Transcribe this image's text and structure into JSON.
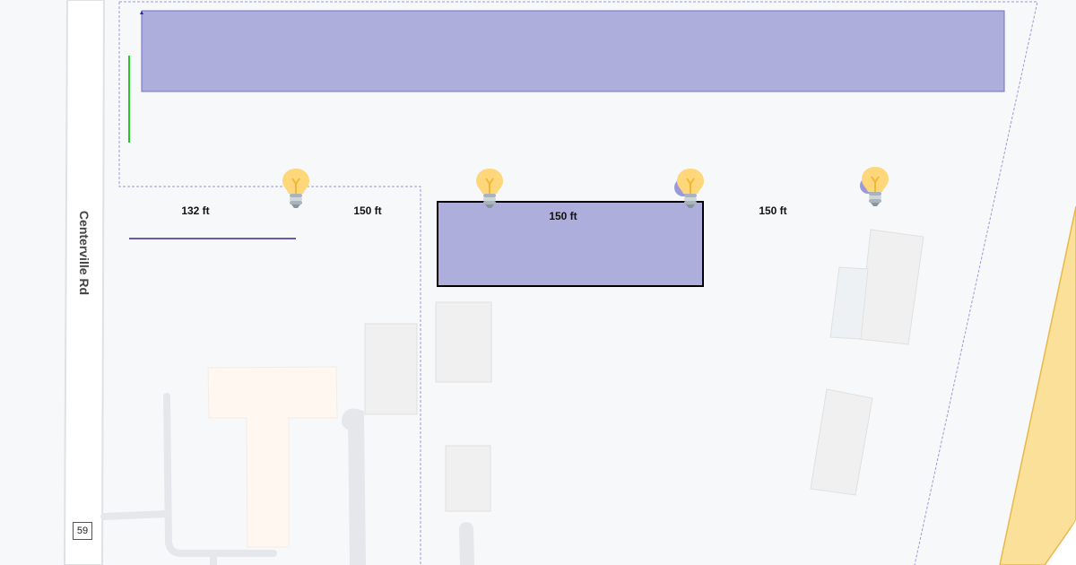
{
  "map": {
    "road_name": "Centerville Rd",
    "route_shield": "59",
    "measurements": [
      "132 ft",
      "150 ft",
      "150 ft",
      "150 ft"
    ],
    "markers": [
      "lightbulb-icon",
      "lightbulb-icon",
      "lightbulb-icon",
      "lightbulb-icon"
    ],
    "colors": {
      "zone_fill": "#aeaedc",
      "zone_stroke": "#5b5bc0",
      "highway": "#fbe09a",
      "measure_line": "#6a5aad",
      "green_line": "#22cc22"
    }
  }
}
